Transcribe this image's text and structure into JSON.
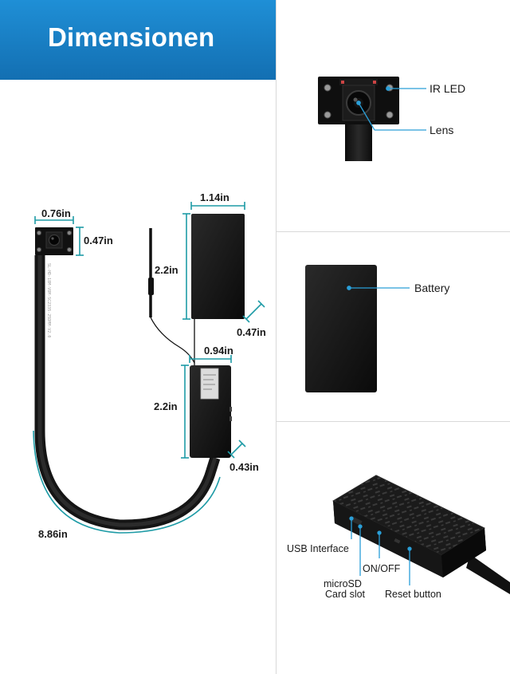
{
  "header": {
    "title": "Dimensionen"
  },
  "dimensions": {
    "camera_width": "0.76in",
    "camera_height": "0.47in",
    "battery_width": "1.14in",
    "battery_height": "2.2in",
    "battery_depth": "0.47in",
    "module_width": "0.94in",
    "module_height": "2.2in",
    "module_depth": "0.43in",
    "cable_length": "8.86in"
  },
  "callouts": {
    "ir_led": "IR LED",
    "lens": "Lens",
    "battery": "Battery",
    "usb_interface": "USB Interface",
    "on_off": "ON/OFF",
    "microsd_line1": "microSD",
    "microsd_line2": "Card slot",
    "reset_button": "Reset button"
  },
  "colors": {
    "header_blue": "#1a82c8",
    "dimension_teal": "#1e9ba6",
    "callout_blue": "#2a9fd8",
    "device_black": "#141414"
  }
}
